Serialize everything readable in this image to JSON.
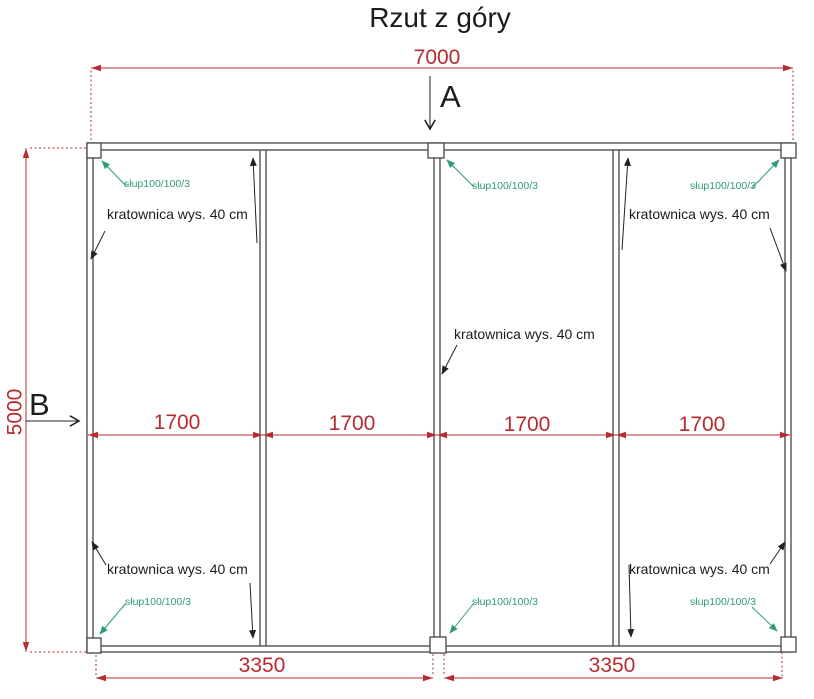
{
  "title": "Rzut z góry",
  "section_markers": {
    "a_label": "A",
    "b_label": "B"
  },
  "dimensions": {
    "overall_width": "7000",
    "overall_height": "5000",
    "bay_widths": [
      "1700",
      "1700",
      "1700",
      "1700"
    ],
    "bottom_spans": [
      "3350",
      "3350"
    ]
  },
  "labels": {
    "truss_label": "kratownica wys. 40 cm",
    "column_label": "słup100/100/3"
  },
  "colors": {
    "dimension_red": "#b62b2f",
    "column_green": "#2e9c74",
    "structure_gray": "#454545",
    "text_black": "#1c1c1c"
  }
}
